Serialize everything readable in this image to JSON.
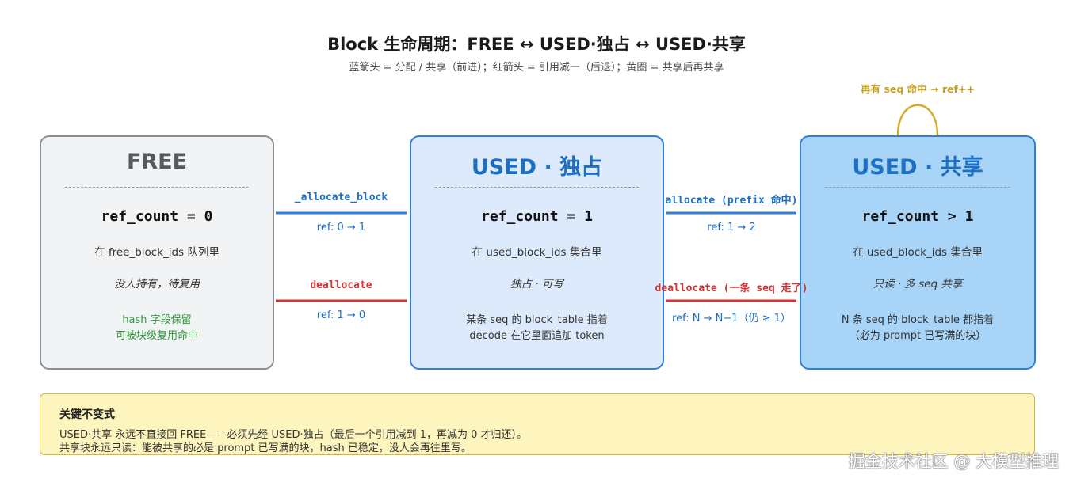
{
  "title": "Block 生命周期：FREE ↔ USED·独占 ↔ USED·共享",
  "subtitle": "蓝箭头 = 分配 / 共享（前进）；红箭头 = 引用减一（后退）；黄圈 = 共享后再共享",
  "colors": {
    "forward": "#2f7ed8",
    "backward": "#d23333",
    "loop": "#d4aa2a",
    "free_border": "#8a8f94",
    "used_border": "#2f7ed8"
  },
  "states": {
    "free": {
      "name": "FREE",
      "ref": "ref_count = 0",
      "where": "在 free_block_ids 队列里",
      "state": "没人持有，待复用",
      "note_line1": "hash 字段保留",
      "note_line2": "可被块级复用命中"
    },
    "exclusive": {
      "name": "USED · 独占",
      "ref": "ref_count = 1",
      "where": "在 used_block_ids 集合里",
      "state": "独占 · 可写",
      "note_line1": "某条 seq 的 block_table 指着",
      "note_line2": "decode 在它里面追加 token"
    },
    "shared": {
      "name": "USED · 共享",
      "ref": "ref_count > 1",
      "where": "在 used_block_ids 集合里",
      "state": "只读 · 多 seq 共享",
      "note_line1": "N 条 seq 的 block_table 都指着",
      "note_line2": "（必为 prompt 已写满的块）"
    }
  },
  "edges": {
    "free_to_excl": {
      "label": "_allocate_block",
      "sub": "ref: 0 → 1"
    },
    "excl_to_free": {
      "label": "deallocate",
      "sub": "ref: 1 → 0"
    },
    "excl_to_shared": {
      "label": "allocate (prefix 命中)",
      "sub": "ref: 1 → 2"
    },
    "shared_to_excl": {
      "label": "deallocate (一条 seq 走了)",
      "sub": "ref: N → N−1（仍 ≥ 1）"
    },
    "shared_loop": {
      "label": "再有 seq 命中 → ref++"
    }
  },
  "invariant": {
    "title": "关键不变式",
    "line1": "USED·共享 永远不直接回 FREE——必须先经 USED·独占（最后一个引用减到 1，再减为 0 才归还）。",
    "line2": "共享块永远只读：能被共享的必是 prompt 已写满的块，hash 已稳定，没人会再往里写。"
  },
  "watermark": "掘金技术社区 @ 大模型推理"
}
